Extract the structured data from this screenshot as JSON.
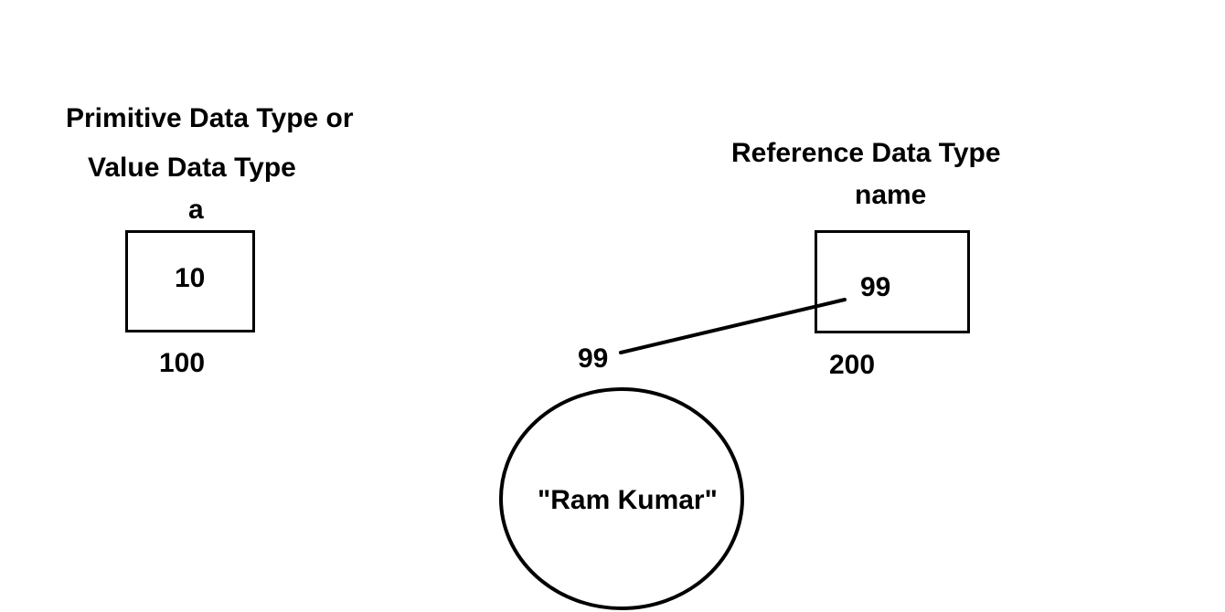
{
  "primitive": {
    "heading_line1": "Primitive Data Type or",
    "heading_line2": "Value Data Type",
    "variable_name": "a",
    "value": "10",
    "address": "100"
  },
  "reference": {
    "heading": "Reference Data Type",
    "variable_name": "name",
    "value": "99",
    "address": "200"
  },
  "heap_object": {
    "address": "99",
    "value": "\"Ram Kumar\""
  },
  "colors": {
    "stroke": "#000000",
    "background": "#ffffff"
  }
}
